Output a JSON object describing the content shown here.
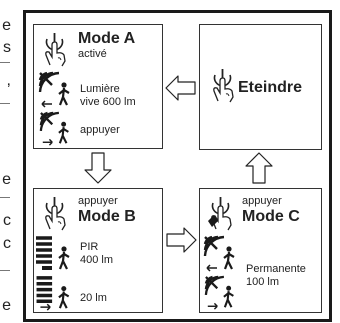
{
  "colors": {
    "frame": "#1a1a1a",
    "panel_border": "#333333",
    "sensor_dark": "#1a1a1a",
    "arrow_stroke": "#222222"
  },
  "icons": {
    "power": "hand-press-power-icon",
    "sensor": "motion-sensor-person-icon",
    "arrow": "hollow-arrow-icon"
  },
  "gutter": [
    "e",
    "s",
    ",",
    "e",
    "c",
    "c",
    "e"
  ],
  "panels": {
    "mode_a": {
      "title": "Mode A",
      "subtitle": "activé",
      "row1_label": "Lumière\nvive 600 lm",
      "row2_label": "appuyer"
    },
    "mode_b": {
      "above": "appuyer",
      "title": "Mode B",
      "row1_label": "PIR\n400 lm",
      "row2_label": "20 lm"
    },
    "mode_c": {
      "above": "appuyer",
      "title": "Mode C",
      "row1_label": "Permanente\n100 lm"
    },
    "off": {
      "title": "Eteindre"
    }
  }
}
